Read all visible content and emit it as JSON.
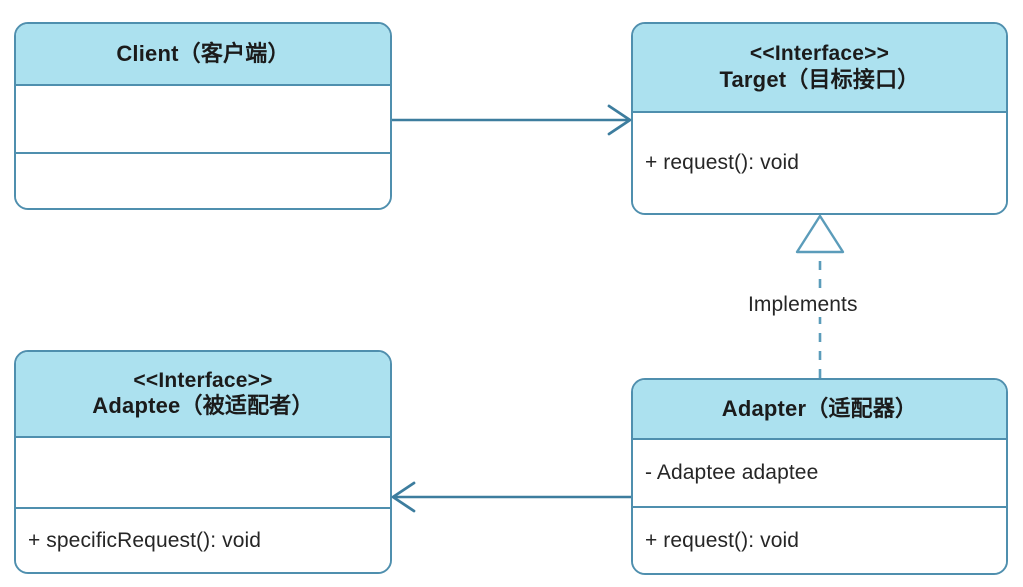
{
  "diagram": {
    "title": "Adapter Pattern Class Diagram",
    "type": "uml-class-diagram",
    "background_color": "#ffffff",
    "border_color": "#4f8fae",
    "header_fill_color": "#ace1ef",
    "body_fill_color": "#ffffff",
    "text_color": "#1b1b1b",
    "connector_color": "#3d7d9e"
  },
  "classes": {
    "client": {
      "stereotype": "",
      "name": "Client（客户端）",
      "attributes": [],
      "operations": []
    },
    "target": {
      "stereotype": "<<Interface>>",
      "name": "Target（目标接口）",
      "operations": [
        "+ request(): void"
      ]
    },
    "adaptee": {
      "stereotype": "<<Interface>>",
      "name": "Adaptee（被适配者）",
      "attributes": [],
      "operations": [
        "+ specificRequest(): void"
      ]
    },
    "adapter": {
      "stereotype": "",
      "name": "Adapter（适配器）",
      "attributes": [
        "- Adaptee adaptee"
      ],
      "operations": [
        "+ request(): void"
      ]
    }
  },
  "relations": {
    "client_to_target": {
      "label": "",
      "kind": "association",
      "from": "Client（客户端）",
      "to": "Target（目标接口）"
    },
    "adapter_to_target": {
      "label": "Implements",
      "kind": "realization",
      "from": "Adapter（适配器）",
      "to": "Target（目标接口）"
    },
    "adapter_to_adaptee": {
      "label": "",
      "kind": "association",
      "from": "Adapter（适配器）",
      "to": "Adaptee（被适配者）"
    }
  }
}
